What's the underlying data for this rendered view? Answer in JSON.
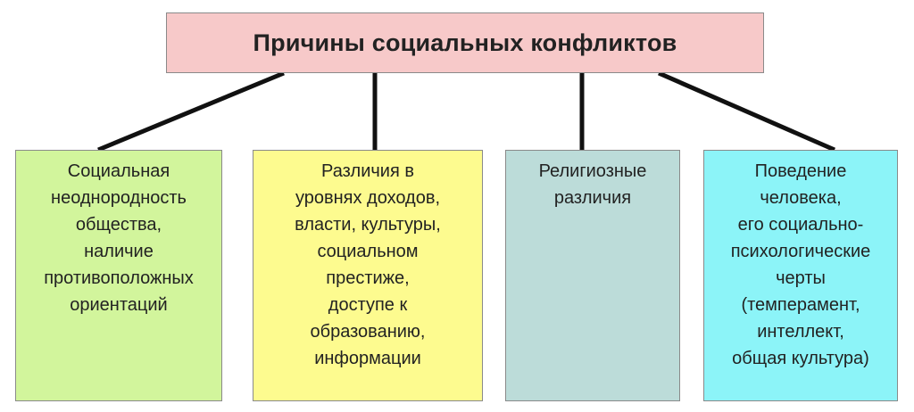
{
  "title": {
    "text": "Причины социальных конфликтов",
    "color": "#f7c9c9"
  },
  "causes": [
    {
      "text": "Социальная\nнеоднородность\nобщества,\nналичие\nпротивоположных\nориентаций",
      "color": "#d2f59c"
    },
    {
      "text": "Различия в\nуровнях доходов,\nвласти, культуры,\nсоциальном\nпрестиже,\nдоступе к\nобразованию,\nинформации",
      "color": "#fdfb8f"
    },
    {
      "text": "Религиозные\nразличия",
      "color": "#bcdcd9"
    },
    {
      "text": "Поведение\nчеловека,\nего социально-\nпсихологические\nчерты\n(темперамент,\nинтеллект,\nобщая культура)",
      "color": "#8cf4f8"
    }
  ],
  "connector_color": "#111111"
}
